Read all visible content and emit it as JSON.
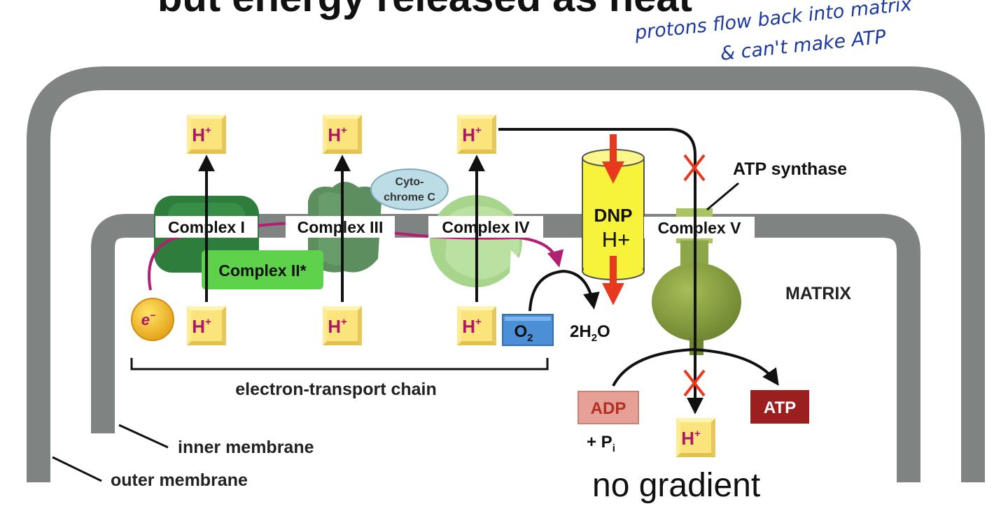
{
  "title_fragment": "but energy released as heat",
  "handwriting": [
    "protons flow back into matrix",
    "& can't make ATP"
  ],
  "complexes": {
    "c1": "Complex I",
    "c2": "Complex II*",
    "c3": "Complex III",
    "c4": "Complex IV",
    "c5": "Complex V"
  },
  "cytochrome": [
    "Cyto-",
    "chrome C"
  ],
  "proton": {
    "base": "H",
    "sup": "+"
  },
  "electron": {
    "base": "e",
    "sup": "−"
  },
  "oxygen": {
    "base": "O",
    "sub": "2"
  },
  "water": {
    "pre": "2H",
    "sub": "2",
    "post": "O"
  },
  "dnp": {
    "name": "DNP",
    "ion": "H+"
  },
  "atp_synthase": "ATP synthase",
  "matrix": "MATRIX",
  "adp": "ADP",
  "pi": {
    "pre": "+ P",
    "sub": "i"
  },
  "atp": "ATP",
  "etc_label": "electron-transport chain",
  "inner_membrane": "inner membrane",
  "outer_membrane": "outer membrane",
  "no_gradient": "no gradient",
  "colors": {
    "membrane": "#7f8483",
    "proton_fill": "#fbe47b",
    "proton_text": "#b0156b",
    "complex2": "#5fd24c",
    "dnp_fill": "#f7f23a",
    "red_arrow": "#e8391f",
    "adp_fill": "#e6a096",
    "atp_fill": "#9c1f1f",
    "o2_fill": "#4b8fd6",
    "handwriting": "#1c3a9e",
    "electron_path": "#b21f73"
  }
}
